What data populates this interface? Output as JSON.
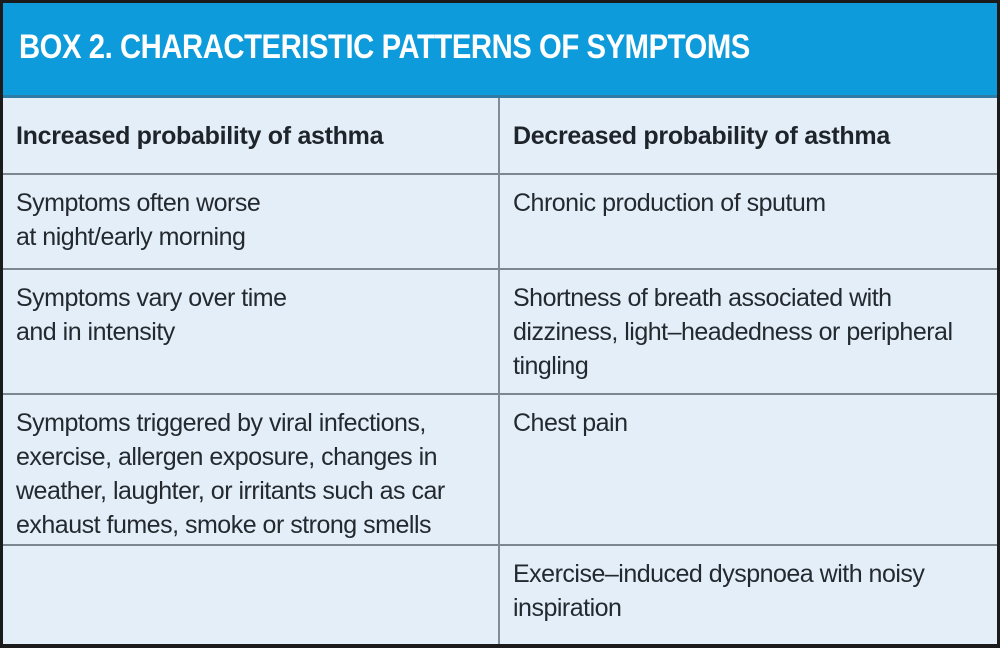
{
  "box": {
    "title": "BOX 2. CHARACTERISTIC PATTERNS OF SYMPTOMS"
  },
  "table": {
    "headers": {
      "increased": "Increased probability of asthma",
      "decreased": "Decreased probability of asthma"
    },
    "rows": [
      {
        "increased": "Symptoms often worse\nat night/early morning",
        "decreased": "Chronic production of sputum"
      },
      {
        "increased": "Symptoms vary over time\nand in intensity",
        "decreased": "Shortness of breath associated with dizziness, light–headedness or peripheral tingling"
      },
      {
        "increased": "Symptoms triggered by viral infections, exercise, allergen exposure, changes in weather, laughter, or irritants such as car exhaust fumes, smoke or strong smells",
        "decreased": "Chest pain"
      },
      {
        "increased": "",
        "decreased": "Exercise–induced dyspnoea with noisy inspiration"
      }
    ]
  },
  "colors": {
    "title_bar_bg": "#0D9BDB",
    "title_text": "#FFFFFF",
    "cell_bg": "#E3EEF8",
    "outer_border": "#1B1B1B",
    "title_underline": "#2E7CA6",
    "row_divider": "#7B8891",
    "column_divider": "#7F8D98",
    "body_text": "#23292E"
  }
}
